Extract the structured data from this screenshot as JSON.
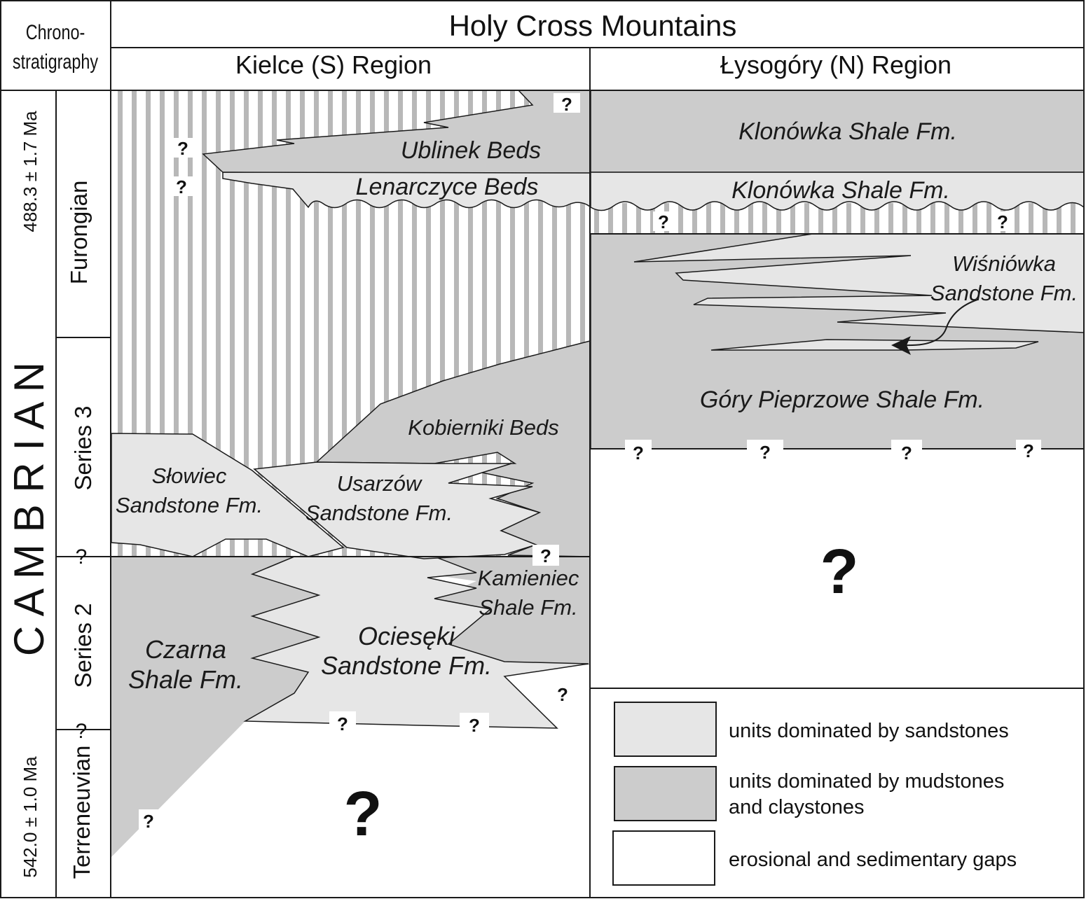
{
  "header": {
    "chrono_line1": "Chrono-",
    "chrono_line2": "stratigraphy",
    "title": "Holy Cross Mountains",
    "kielce": "Kielce (S) Region",
    "lysogory": "Łysogóry (N) Region"
  },
  "chronostratigraphy": {
    "system": "C A M B R I A N",
    "age_top": "488.3 ± 1.7 Ma",
    "age_bottom": "542.0 ± 1.0 Ma",
    "epochs": [
      "Furongian",
      "Series 3",
      "Series 2",
      "Terreneuvian"
    ],
    "boundary_uncertain": "?"
  },
  "units": {
    "ublinek": "Ublinek Beds",
    "lenarczyce": "Lenarczyce Beds",
    "klonowka": "Klonówka Shale Fm.",
    "wisniowka_1": "Wiśniówka",
    "wisniowka_2": "Sandstone Fm.",
    "gory": "Góry Pieprzowe Shale Fm.",
    "kobierniki": "Kobierniki Beds",
    "slowiec_1": "Słowiec",
    "slowiec_2": "Sandstone Fm.",
    "usarzow_1": "Usarzów",
    "usarzow_2": "Sandstone Fm.",
    "kamieniec_1": "Kamieniec",
    "kamieniec_2": "Shale Fm.",
    "ociesek_1": "Ociesęki",
    "ociesek_2": "Sandstone Fm.",
    "czarna_1": "Czarna",
    "czarna_2": "Shale Fm."
  },
  "uncertain_mark": "?",
  "legend": {
    "sandstone": "units dominated by sandstones",
    "mudstone_1": "units dominated by mudstones",
    "mudstone_2": "and claystones",
    "gap": "erosional and sedimentary gaps"
  },
  "colors": {
    "sandstone": "#e6e6e6",
    "mudstone": "#cccccc",
    "gap": "#ffffff",
    "stripe": "#b8b8b8",
    "line": "#1a1a1a"
  }
}
